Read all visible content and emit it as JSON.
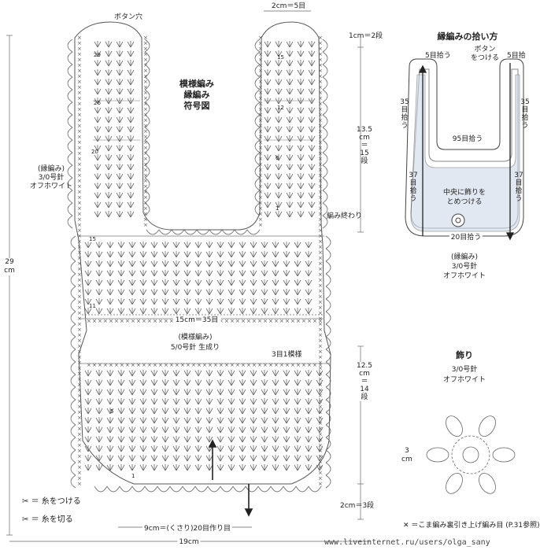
{
  "main_chart": {
    "title_lines": [
      "模様編み",
      "縁編み",
      "符号図"
    ],
    "button_hole": "ボタン穴",
    "top_width": "2cm＝5目",
    "top_rows": "1cm＝2段",
    "strap_height": [
      "13.5",
      "cm",
      "＝",
      "15",
      "段"
    ],
    "edge_label": [
      "(縁編み)",
      "3/0号針",
      "オフホワイト"
    ],
    "edge_end": "編み終わり",
    "total_height": [
      "29",
      "cm"
    ],
    "mid_width": "15cm＝35目",
    "pattern_label": [
      "(模様編み)",
      "5/0号針  生成り"
    ],
    "repeat_label": "3目1模様",
    "body_height": [
      "12.5",
      "cm",
      "＝",
      "14",
      "段"
    ],
    "bottom_rows": "2cm＝3段",
    "chain_start": "9cm＝(くさり)20目作り目",
    "total_width": "19cm",
    "row_numbers": [
      "29",
      "26",
      "20",
      "15",
      "11",
      "5",
      "1",
      "15",
      "12",
      "6",
      "1"
    ],
    "legend": [
      {
        "symbol": "✂",
        "text": "＝ 糸をつける"
      },
      {
        "symbol": "✂",
        "text": "＝ 糸を切る"
      }
    ],
    "footnote": "＝こま編み裏引き上げ編み目 (P.31参照)"
  },
  "pickup_diagram": {
    "title": "縁編みの拾い方",
    "top_left": "5目拾う",
    "button": [
      "ボタン",
      "をつける"
    ],
    "top_right": "5目拾",
    "left_strap": "35目拾う",
    "right_strap": "35目拾う",
    "neck": "95目拾う",
    "left_side": "37目拾う",
    "right_side": "37目拾う",
    "center": [
      "中央に飾りを",
      "とめつける"
    ],
    "bottom": "20目拾う",
    "label": [
      "(縁編み)",
      "3/0号針",
      "オフホワイト"
    ]
  },
  "ornament": {
    "title": "飾り",
    "needle": "3/0号針",
    "color": "オフホワイト",
    "size": [
      "3",
      "cm"
    ]
  },
  "footer": "www.liveinternet.ru/users/olga_sany"
}
